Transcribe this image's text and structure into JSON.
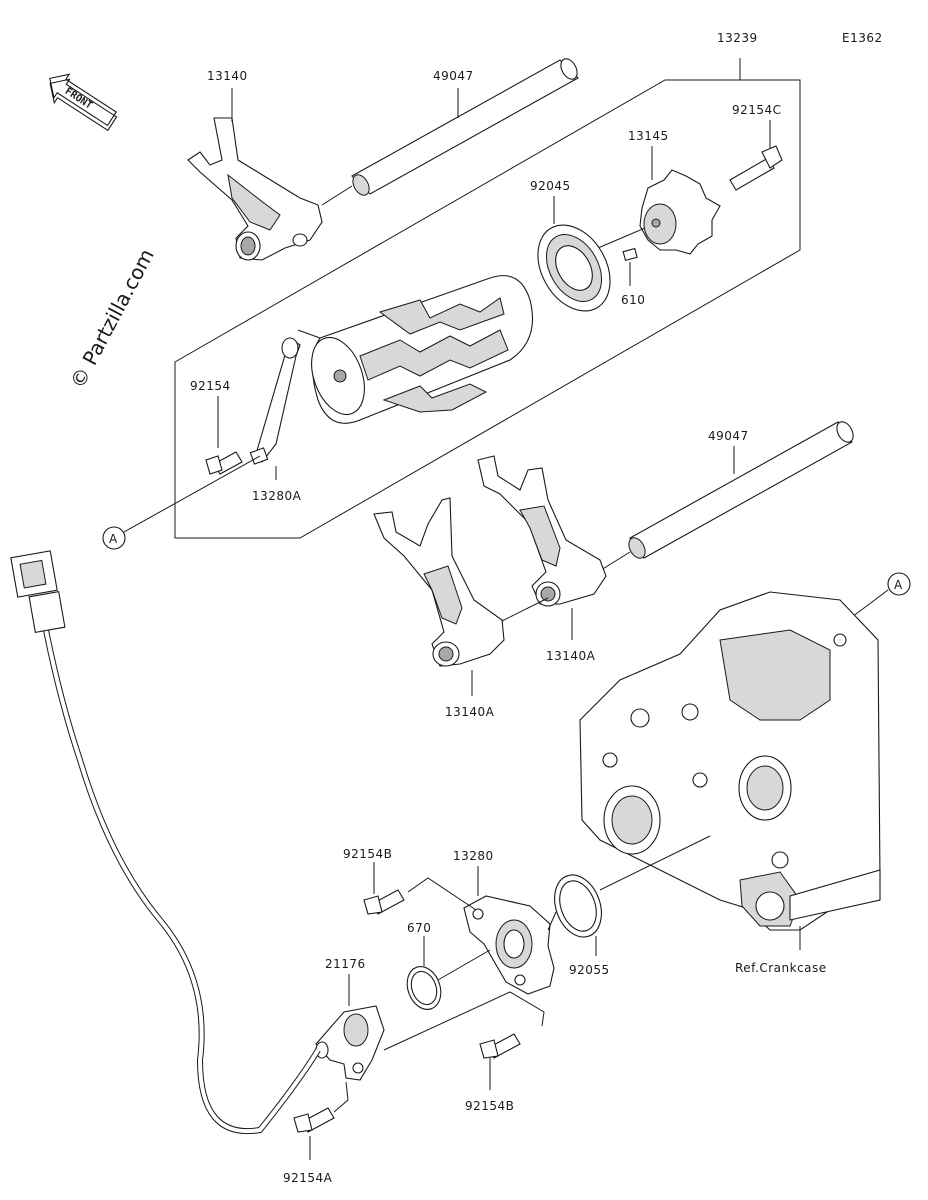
{
  "diagram_id": "E1362",
  "watermark": "© Partzilla.com",
  "front_label": "FRONT",
  "ref_marker": "A",
  "ref_marker_2": "A",
  "parts": {
    "p13239": "13239",
    "p13140": "13140",
    "p49047_top": "49047",
    "p92154c": "92154C",
    "p13145": "13145",
    "p92045": "92045",
    "p610": "610",
    "p92154": "92154",
    "p13280a": "13280A",
    "p49047_mid": "49047",
    "p13140a_right": "13140A",
    "p13140a_left": "13140A",
    "p92154b_top": "92154B",
    "p13280": "13280",
    "p670": "670",
    "p21176": "21176",
    "p92055": "92055",
    "p92154b_bot": "92154B",
    "p92154a": "92154A",
    "ref_crankcase": "Ref.Crankcase"
  }
}
